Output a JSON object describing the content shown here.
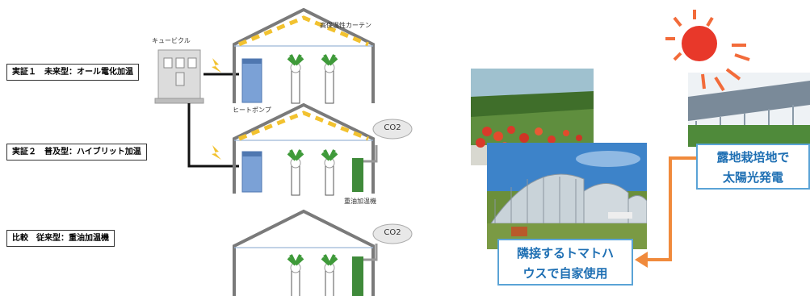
{
  "labels": {
    "demo1": "実証１　未来型：オール電化加温",
    "demo2": "実証２　普及型：ハイブリット加温",
    "compare": "比較　従来型：重油加温機",
    "cubicle": "キュービクル",
    "curtain": "高保温性カーテン",
    "heatpump": "ヒートポンプ",
    "oilheater": "重油加温機",
    "co2_a": "CO2",
    "co2_b": "CO2"
  },
  "solar_box": {
    "line1": "露地栽培地で",
    "line2": "太陽光発電"
  },
  "tomato_box": {
    "line1": "隣接するトマトハ",
    "line2": "ウスで自家使用"
  },
  "colors": {
    "house_outline": "#7a7a7a",
    "curtain_dash": "#f2c230",
    "heatpump_blue": "#7ba1d6",
    "oil_green": "#3f8a3a",
    "box_blue": "#1e6fb3",
    "arrow_orange": "#f08a3c",
    "sun_red": "#e8382a"
  }
}
